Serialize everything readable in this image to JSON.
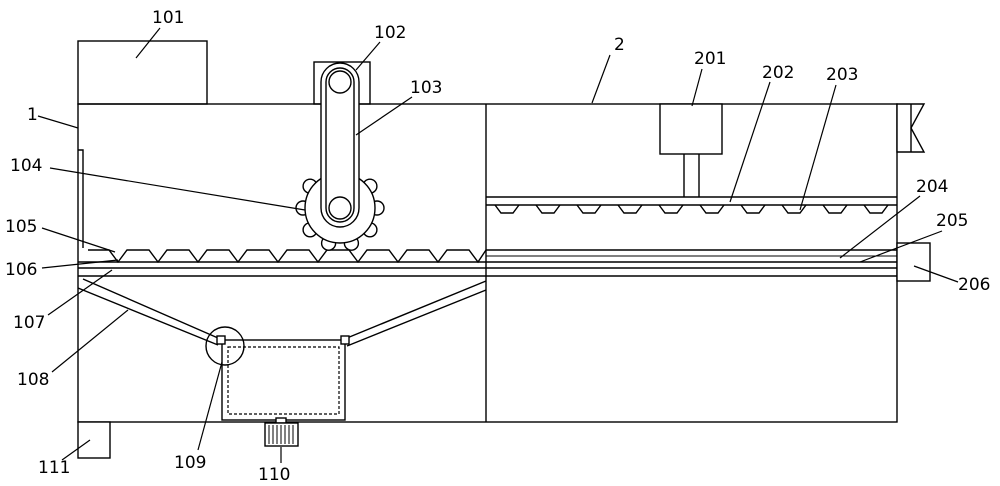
{
  "callouts": {
    "c1": "1",
    "c101": "101",
    "c102": "102",
    "c103": "103",
    "c104": "104",
    "c105": "105",
    "c106": "106",
    "c107": "107",
    "c108": "108",
    "c109": "109",
    "c110": "110",
    "c111": "111",
    "c2": "2",
    "c201": "201",
    "c202": "202",
    "c203": "203",
    "c204": "204",
    "c205": "205",
    "c206": "206"
  },
  "colors": {
    "line": "#000000",
    "background": "#ffffff"
  }
}
